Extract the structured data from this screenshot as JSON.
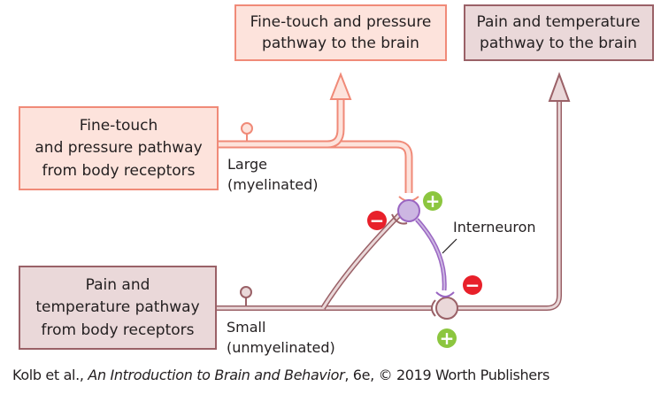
{
  "boxes": {
    "fine_brain": {
      "line1": "Fine-touch and pressure",
      "line2": "pathway to the brain"
    },
    "pain_brain": {
      "line1": "Pain and temperature",
      "line2": "pathway to the brain"
    },
    "fine_body": {
      "line1": "Fine-touch",
      "line2": "and pressure pathway",
      "line3": "from body receptors"
    },
    "pain_body": {
      "line1": "Pain and",
      "line2": "temperature pathway",
      "line3": "from body receptors"
    }
  },
  "labels": {
    "large_1": "Large",
    "large_2": "(myelinated)",
    "small_1": "Small",
    "small_2": "(unmyelinated)",
    "interneuron": "Interneuron"
  },
  "signs": {
    "plus": "+",
    "minus": "−"
  },
  "colors": {
    "fine_fill": "#fde3dc",
    "fine_stroke": "#f08a78",
    "pain_fill": "#ead8d9",
    "pain_stroke": "#9a6167",
    "interneuron": "#9a66c2",
    "interneuron_fill": "#ccb6e2",
    "excitatory": "#8cc63f",
    "inhibitory": "#e8202a"
  },
  "caption": {
    "prefix": "Kolb et al., ",
    "title": "An Introduction to Brain and Behavior",
    "suffix": ", 6e, © 2019 Worth Publishers"
  }
}
